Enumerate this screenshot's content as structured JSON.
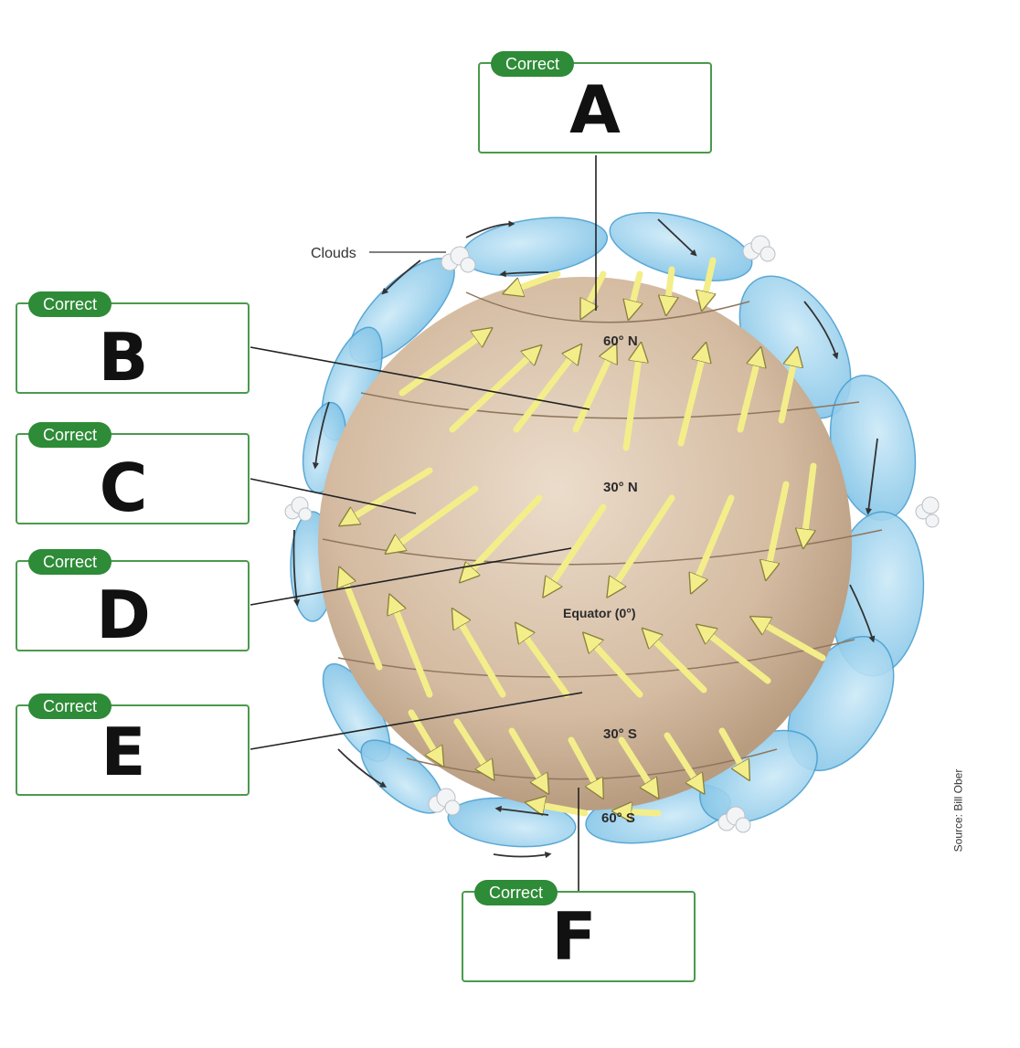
{
  "labels": {
    "clouds": "Clouds",
    "lat_60n": "60° N",
    "lat_30n": "30° N",
    "equator": "Equator (0°)",
    "lat_30s": "30° S",
    "lat_60s": "60° S",
    "source": "Source: Bill Ober"
  },
  "boxes": [
    {
      "id": "A",
      "status": "Correct",
      "answer": "A"
    },
    {
      "id": "B",
      "status": "Correct",
      "answer": "B"
    },
    {
      "id": "C",
      "status": "Correct",
      "answer": "C"
    },
    {
      "id": "D",
      "status": "Correct",
      "answer": "D"
    },
    {
      "id": "E",
      "status": "Correct",
      "answer": "E"
    },
    {
      "id": "F",
      "status": "Correct",
      "answer": "F"
    }
  ],
  "colors": {
    "correct_badge": "#2e8b37",
    "box_border": "#4a9a4c",
    "globe": "#d9c1a8",
    "cell": "#9fd3ef",
    "arrow": "#f3ee8a"
  }
}
